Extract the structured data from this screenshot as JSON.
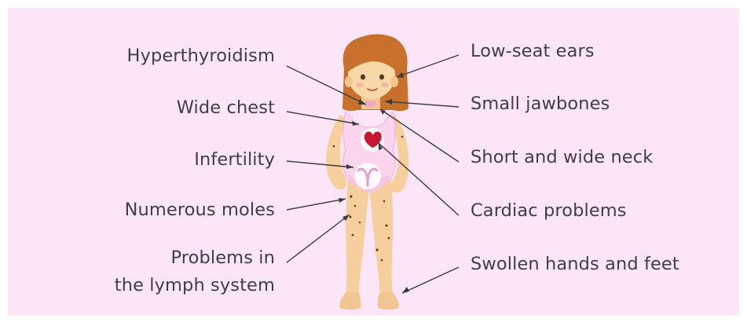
{
  "labels_left": [
    "Hyperthyroidism",
    "Wide chest",
    "Infertility",
    "Numerous moles",
    "Problems in",
    "the lymph system"
  ],
  "labels_right": [
    "Low-seat ears",
    "Small jawbones",
    "Short and wide neck",
    "Cardiac problems",
    "Swollen hands and feet"
  ],
  "colors": {
    "background": "#fbe5f7",
    "text": "#3f3f46",
    "leader": "#3b3b3b",
    "hair": "#c8712c",
    "skin": "#f6cf9d",
    "dress": "#fbd5ee",
    "heart": "#c8182f",
    "uterus": "#e79fc5"
  }
}
